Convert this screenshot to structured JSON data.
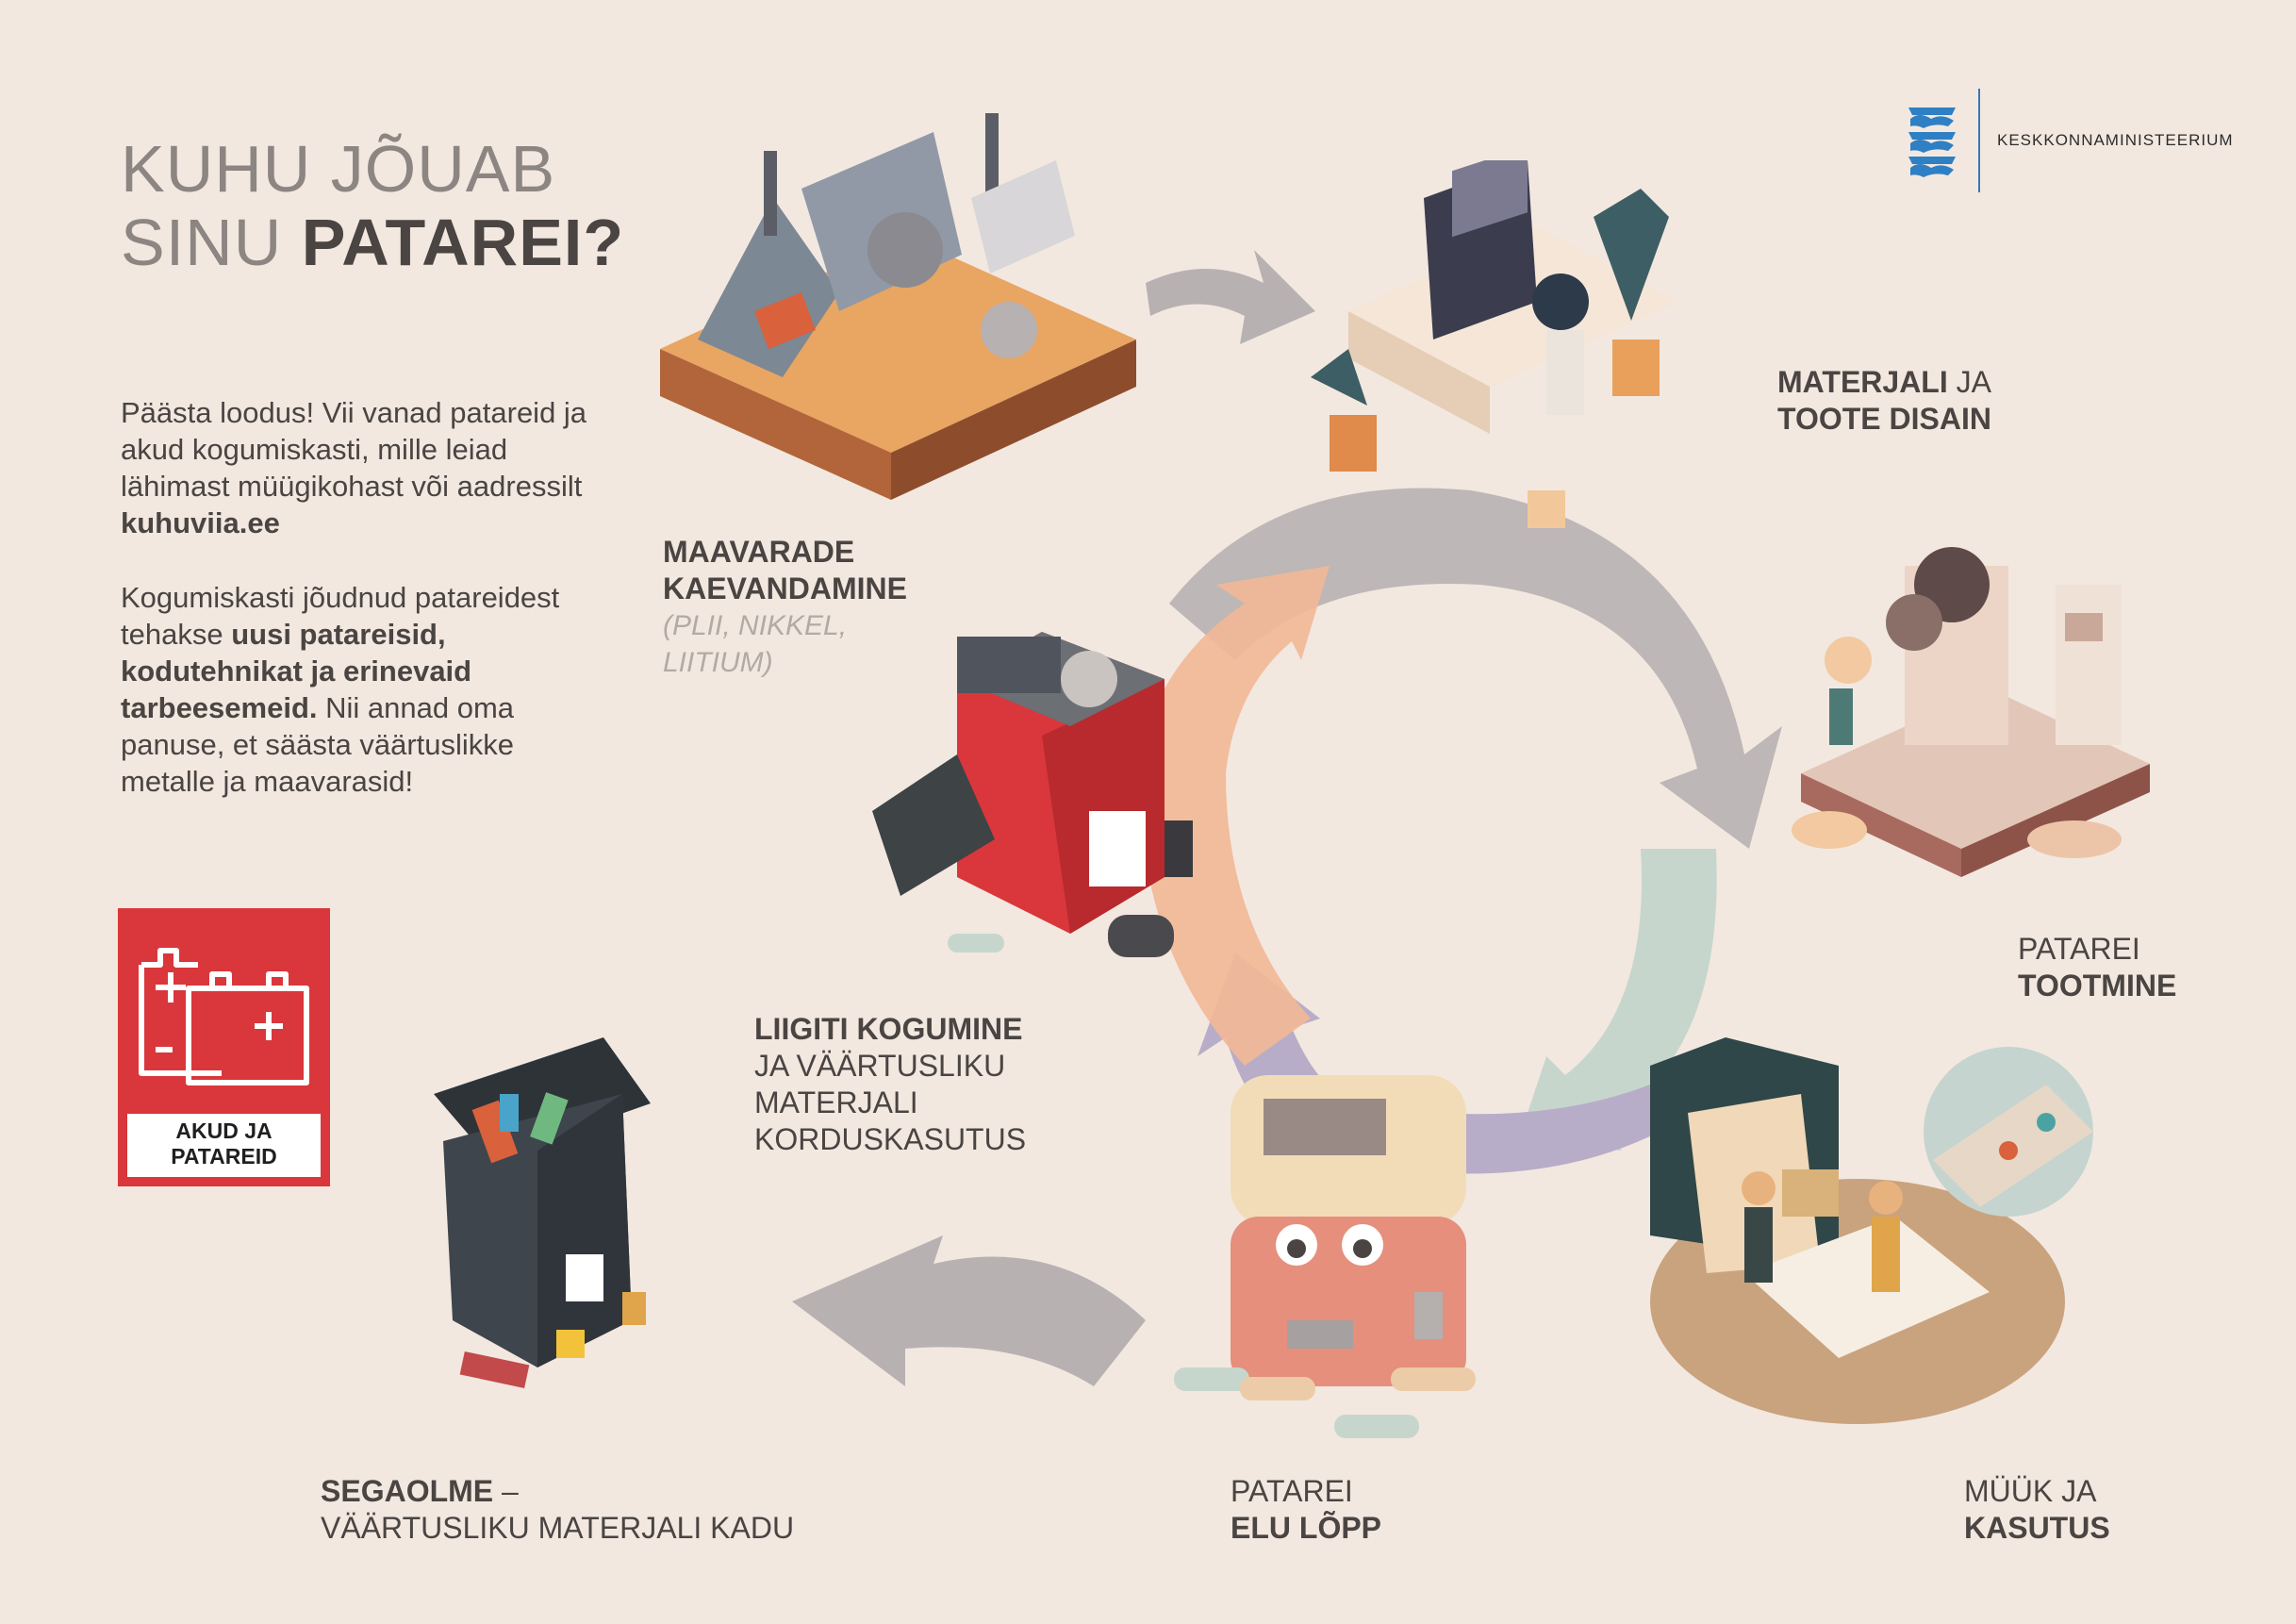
{
  "title": {
    "line1": "KUHU JÕUAB",
    "line2_light": "SINU ",
    "line2_bold": "PATAREI?"
  },
  "intro": {
    "p1_text": "Päästa loodus! Vii vanad patareid ja akud kogumiskasti, mille leiad lähimast müügikohast või aadressilt ",
    "p1_link": "kuhuviia.ee",
    "p2_a": "Kogumiskasti jõudnud patareidest tehakse ",
    "p2_b": "uusi patareisid, kodutehnikat ja erinevaid tarbeesemeid.",
    "p2_c": " Nii annad oma panuse, et säästa väärtuslikke metalle ja maavarasid!"
  },
  "ministry": {
    "name": "KESKKONNAMINISTEERIUM",
    "crest_icon": "three-lions-crest-icon"
  },
  "badge": {
    "line1": "AKUD JA",
    "line2": "PATAREID",
    "icon": "battery-icon"
  },
  "stages": {
    "mining": {
      "b1": "MAAVARADE",
      "b2": "KAEVANDAMINE",
      "m1": "(PLII, NIKKEL,",
      "m2": "LIITIUM)"
    },
    "design": {
      "b1": "MATERJALI",
      "l1": " JA",
      "b2": "TOOTE DISAIN"
    },
    "production": {
      "l1": "PATAREI",
      "b1": "TOOTMINE"
    },
    "sale": {
      "l1": "MÜÜK JA",
      "b1": "KASUTUS"
    },
    "end": {
      "l1": "PATAREI",
      "b1": "ELU LÕPP"
    },
    "collection": {
      "b1": "LIIGITI KOGUMINE",
      "l1": "JA VÄÄRTUSLIKU",
      "l2": "MATERJALI",
      "l3": "KORDUSKASUTUS"
    },
    "waste": {
      "b1": "SEGAOLME",
      "l0": " –",
      "l1": "VÄÄRTUSLIKU MATERJALI KADU"
    }
  },
  "colors": {
    "badge_red": "#d9373b",
    "arrow_grey": "#b7b1b2",
    "arrow_sage": "#c7d6cc",
    "arrow_purple": "#b8adc8",
    "arrow_peach": "#f2b896",
    "crest_blue": "#2f7fc4"
  }
}
